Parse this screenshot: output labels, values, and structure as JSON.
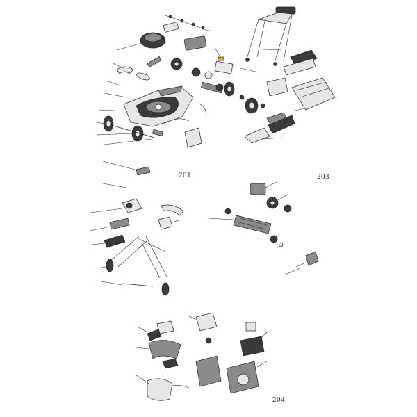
{
  "diagram": {
    "sections": [
      {
        "id": "201",
        "label": "201"
      },
      {
        "id": "203",
        "label": "203"
      },
      {
        "id": "204",
        "label": "204"
      }
    ],
    "colors": {
      "line": "#222222",
      "fill_dark": "#3a3a3a",
      "fill_mid": "#8a8a8a",
      "fill_light": "#d8d8d8",
      "accent": "#e0a63a"
    }
  }
}
